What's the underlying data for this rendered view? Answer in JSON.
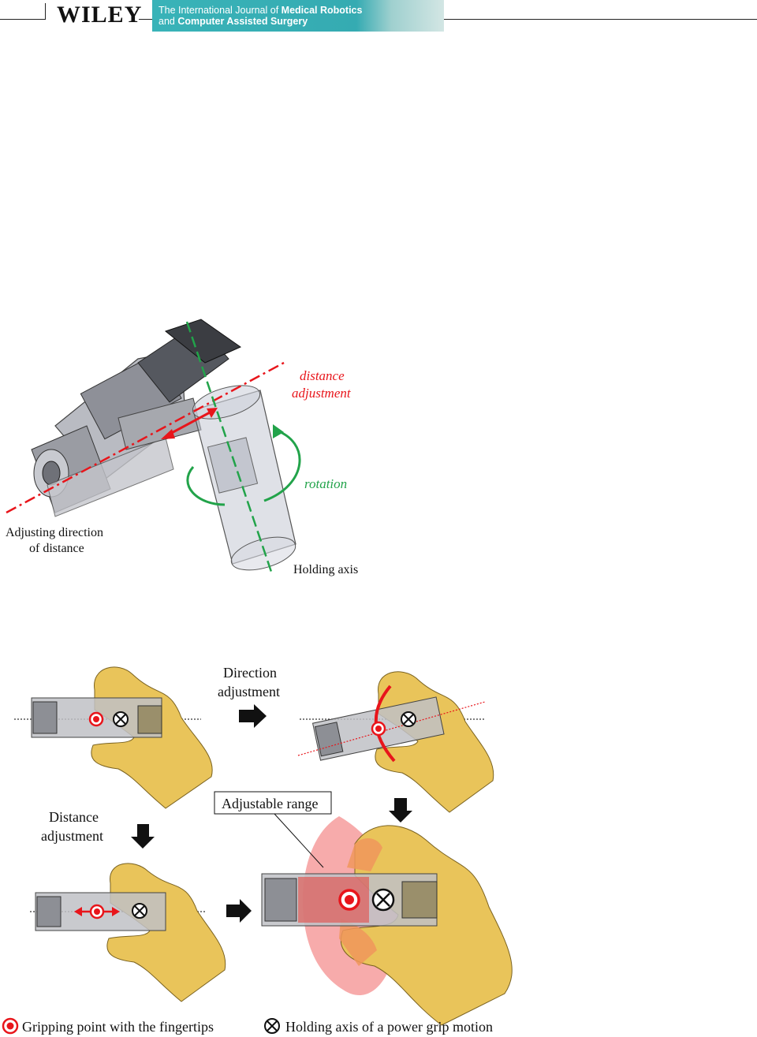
{
  "header": {
    "publisher": "WILEY",
    "journal_line1_prefix": "The International Journal of ",
    "journal_line1_bold": "Medical Robotics",
    "journal_line2_prefix": "and ",
    "journal_line2_bold": "Computer Assisted Surgery"
  },
  "figure_top": {
    "distance_label_1": "distance",
    "distance_label_2": "adjustment",
    "rotation_label": "rotation",
    "adjusting_label_1": "Adjusting direction",
    "adjusting_label_2": "of distance",
    "holding_axis_label": "Holding axis"
  },
  "figure_bottom": {
    "direction_label_1": "Direction",
    "direction_label_2": "adjustment",
    "distance_label_1": "Distance",
    "distance_label_2": "adjustment",
    "adjustable_range_label": "Adjustable range"
  },
  "legend": {
    "gripping_point": "Gripping point with the fingertips",
    "holding_axis": "Holding axis of a power grip motion"
  },
  "colors": {
    "accent_red": "#e8151b",
    "accent_green": "#22a34a",
    "hand_yellow": "#e9c45a",
    "banner_teal": "#39b3b8"
  }
}
